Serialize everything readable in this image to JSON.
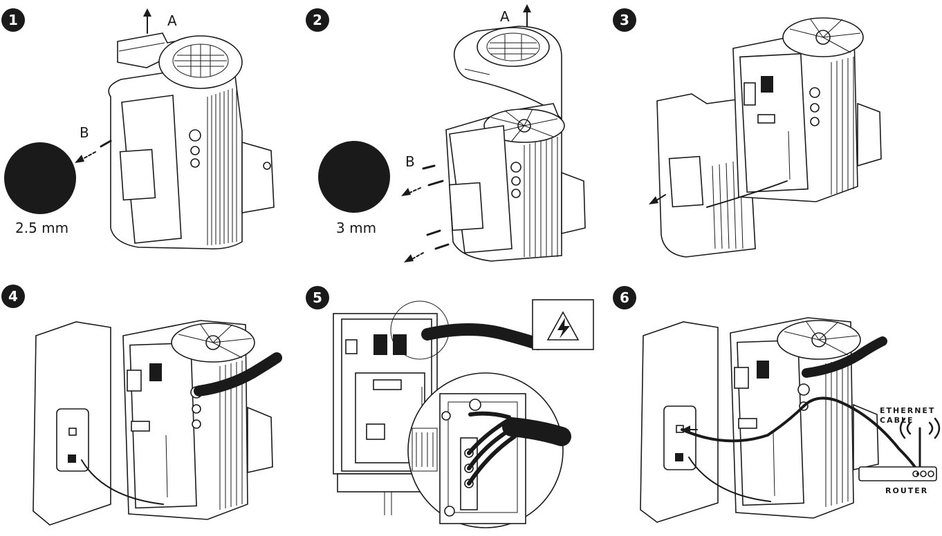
{
  "steps": [
    {
      "number": "1",
      "label_a": "A",
      "label_b": "B",
      "tool_size": "2.5 mm"
    },
    {
      "number": "2",
      "label_a": "A",
      "label_b": "B",
      "tool_size": "3 mm"
    },
    {
      "number": "3"
    },
    {
      "number": "4"
    },
    {
      "number": "5"
    },
    {
      "number": "6",
      "cable_label": "ETHERNET\nCABLE",
      "router_label": "ROUTER"
    }
  ],
  "icons": {
    "hex_key": "hex-key-icon",
    "warning": "high-voltage-warning-icon",
    "wifi": "wifi-signal-icon",
    "router": "router-icon"
  },
  "colors": {
    "ink": "#1a1a1a",
    "background": "#ffffff"
  }
}
